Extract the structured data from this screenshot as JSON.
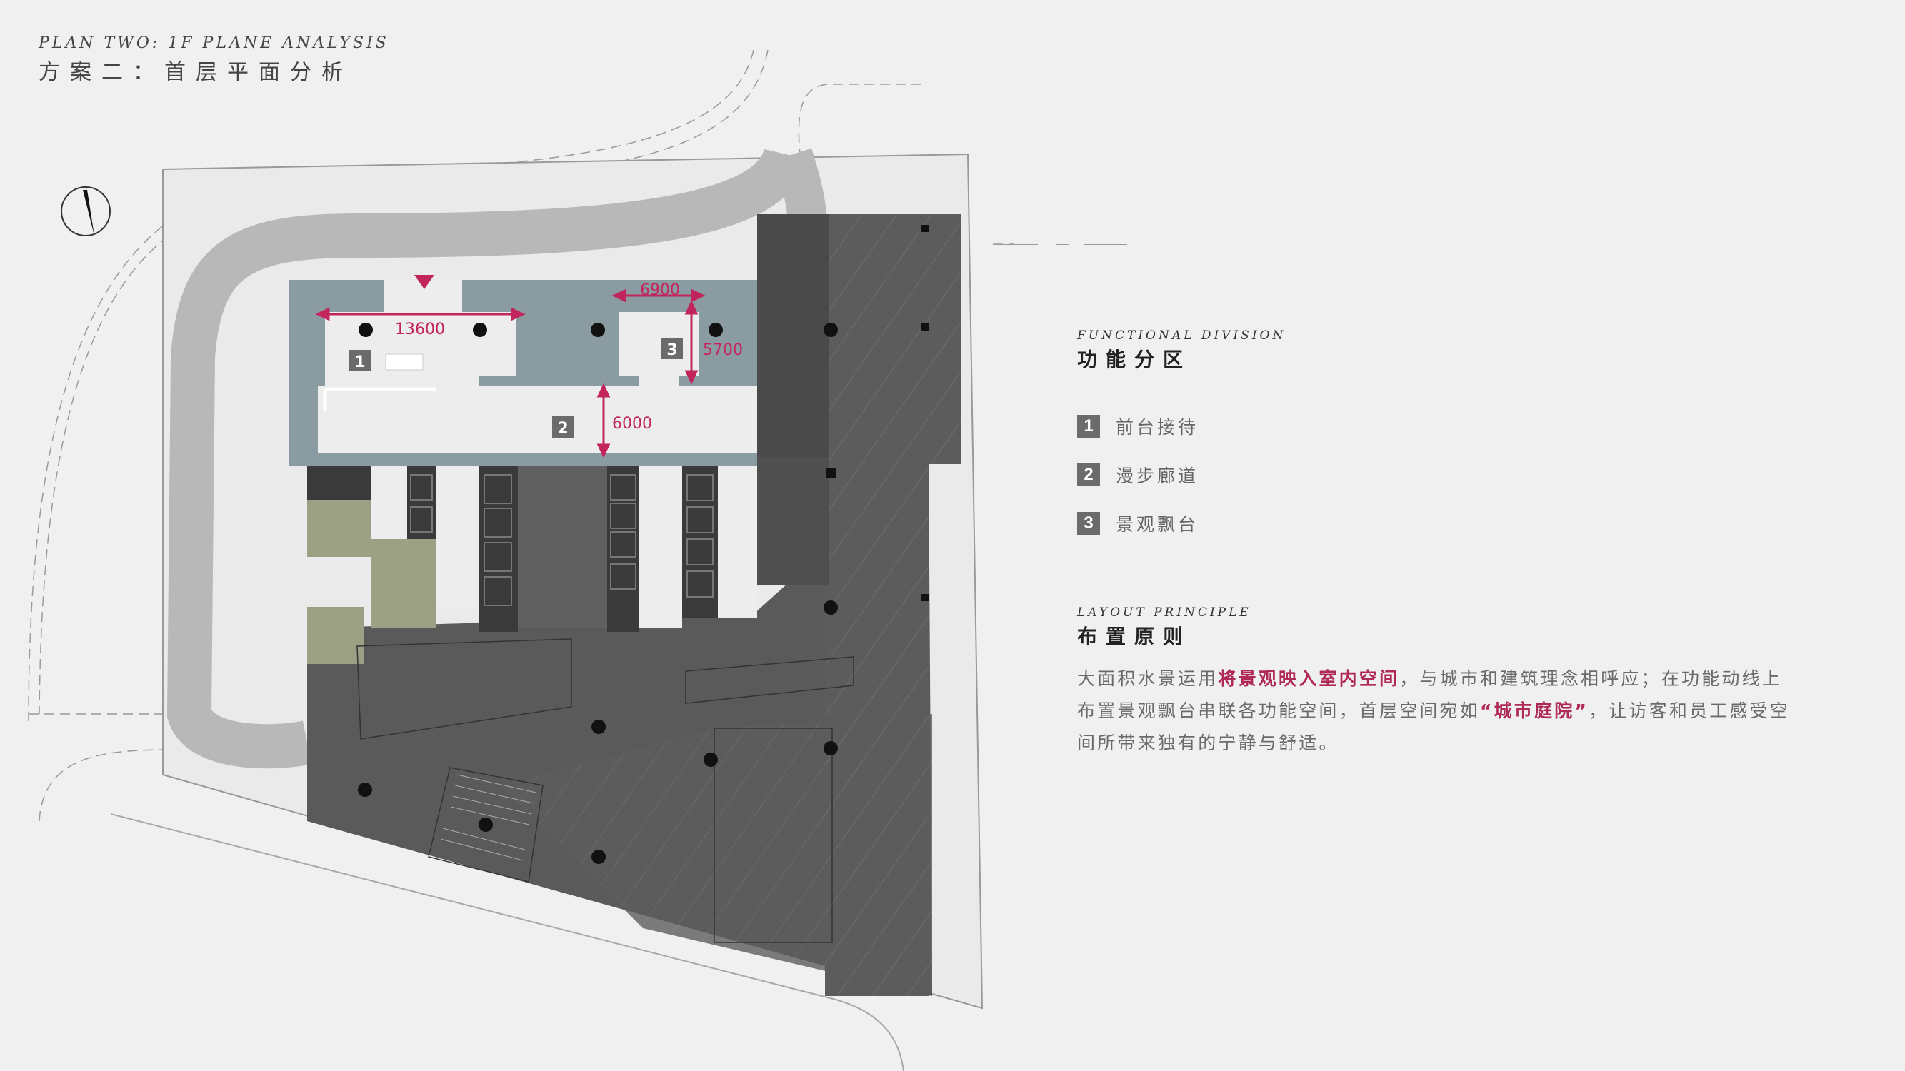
{
  "header": {
    "title_en": "PLAN TWO:  1F PLANE ANALYSIS",
    "title_cn": "方案二：首层平面分析"
  },
  "plan": {
    "dimensions": {
      "d1": "13600",
      "d2": "6900",
      "d3": "5700",
      "d4": "6000"
    },
    "zone_numbers": [
      "1",
      "2",
      "3"
    ],
    "colors": {
      "accent": "#c2255c",
      "glass": "#8a9ba1",
      "dark_floor": "#5a5a5a",
      "road": "#b8b8b8",
      "green": "#9ca186"
    }
  },
  "functional_division": {
    "label_en": "FUNCTIONAL DIVISION",
    "title_cn": "功能分区",
    "items": [
      {
        "num": "1",
        "label": "前台接待"
      },
      {
        "num": "2",
        "label": "漫步廊道"
      },
      {
        "num": "3",
        "label": "景观飘台"
      }
    ]
  },
  "layout_principle": {
    "label_en": "LAYOUT PRINCIPLE",
    "title_cn": "布置原则",
    "text_1": "大面积水景运用",
    "highlight_1": "将景观映入室内空间",
    "text_2": "，与城市和建筑理念相呼应；在功能动线上布置景观飘台串联各功能空间，首层空间宛如",
    "highlight_2": "“城市庭院”",
    "text_3": "，让访客和员工感受空间所带来独有的宁静与舒适。"
  }
}
